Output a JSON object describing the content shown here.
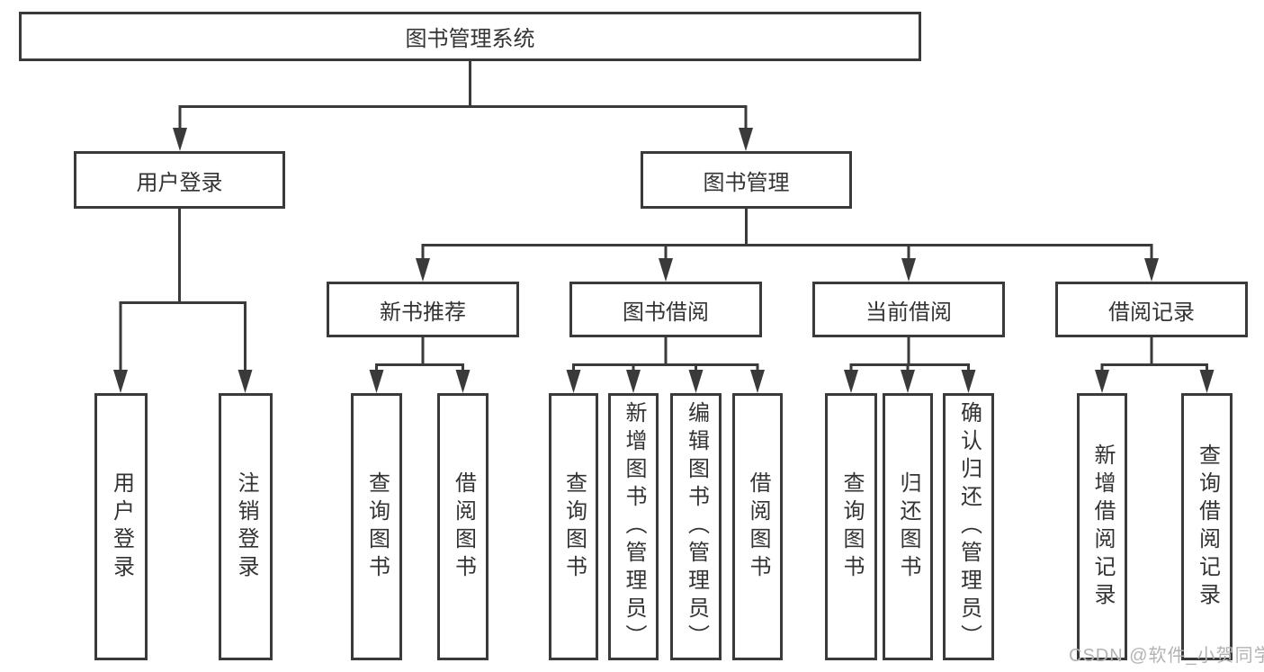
{
  "tree": {
    "root": "图书管理系统",
    "branches": [
      {
        "label": "用户登录",
        "children": [
          "用户登录",
          "注销登录"
        ]
      },
      {
        "label": "图书管理"
      }
    ],
    "groups": [
      {
        "label": "新书推荐",
        "children": [
          "查询图书",
          "借阅图书"
        ]
      },
      {
        "label": "图书借阅",
        "children": [
          "查询图书",
          "新增图书（管理员）",
          "编辑图书（管理员）",
          "借阅图书"
        ]
      },
      {
        "label": "当前借阅",
        "children": [
          "查询图书",
          "归还图书",
          "确认归还（管理员）"
        ]
      },
      {
        "label": "借阅记录",
        "children": [
          "新增借阅记录",
          "查询借阅记录"
        ]
      }
    ]
  },
  "watermark": {
    "text": "CSDN @软件_小贺同学"
  },
  "colors": {
    "line": "#3a3a3a",
    "text": "#333333",
    "watermark": "#b3b3b3",
    "background": "#ffffff"
  }
}
